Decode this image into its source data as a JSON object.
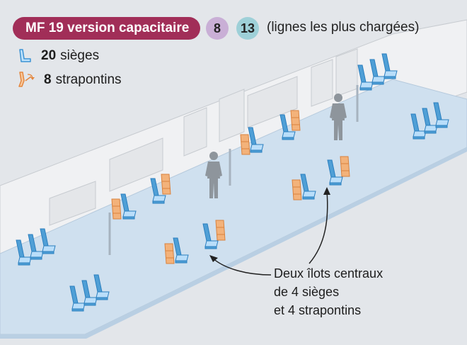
{
  "header": {
    "title": "MF 19 version capacitaire",
    "line_a": "8",
    "line_b": "13",
    "lines_note": "(lignes les plus chargées)"
  },
  "legend": {
    "seats_count": "20",
    "seats_label": "sièges",
    "folding_count": "8",
    "folding_label": "strapontins"
  },
  "callout": {
    "line1": "Deux îlots centraux",
    "line2": "de 4 sièges",
    "line3": "et 4 strapontins"
  },
  "colors": {
    "brand": "#a12e58",
    "line8": "#c9afd6",
    "line13": "#9ed0d8",
    "seat": "#7dc3ee",
    "folding_seat": "#f3b27a",
    "floor": "#cfe0ef"
  },
  "icons": [
    "seat-icon",
    "folding-seat-icon",
    "passenger-icon",
    "arrow-icon"
  ]
}
